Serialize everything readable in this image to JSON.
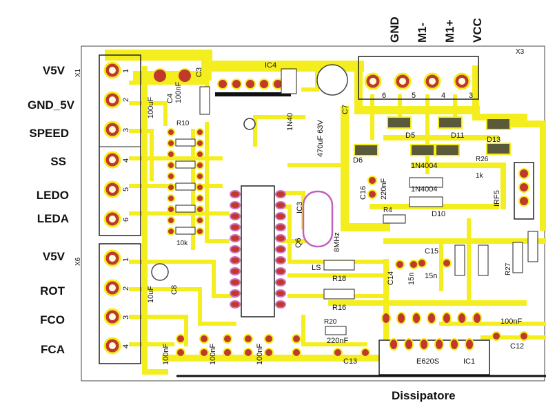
{
  "connector_top": {
    "ref": "X3",
    "pins": [
      "GND",
      "M1-",
      "M1+",
      "VCC"
    ],
    "pin_numbers": [
      "6",
      "5",
      "4",
      "3"
    ]
  },
  "connector_x1": {
    "ref": "X1",
    "labels": [
      "V5V",
      "GND_5V",
      "SPEED",
      "SS",
      "LEDO",
      "LEDA"
    ],
    "pin_numbers": [
      "1",
      "2",
      "3",
      "4",
      "5",
      "6"
    ]
  },
  "connector_x6": {
    "ref": "X6",
    "labels": [
      "V5V",
      "ROT",
      "FCO",
      "FCA"
    ],
    "pin_numbers": [
      "1",
      "2",
      "3",
      "4"
    ]
  },
  "components": {
    "c4": "C4",
    "c4_val": "100uF",
    "c3": "C3",
    "c3_val": "100nF",
    "ic4": "IC4",
    "d_1n4": "1N40",
    "c7": "C7",
    "c7_val": "470uF 63V",
    "r10": "R10",
    "r10k": "10k",
    "ic3": "IC3",
    "q6": "Q6",
    "q6_val": "8MHz",
    "c16": "C16",
    "c16_val": "220nF",
    "r4": "R4",
    "d5": "D5",
    "d11": "D11",
    "d13": "D13",
    "d6": "D6",
    "d_1n4004a": "1N4004",
    "d_1n4004b": "1N4004",
    "d10": "D10",
    "r26": "R26",
    "r26_val": "1k",
    "irf": "IRF5",
    "c15": "C15",
    "c15_val": "15n",
    "c14": "C14",
    "c14_val": "15n",
    "ls": "LS",
    "r18": "R18",
    "r16": "R16",
    "r20": "R20",
    "r27": "R27",
    "c13": "C13",
    "c13_val": "220nF",
    "ic1": "IC1",
    "ic1_val": "E620S",
    "c12": "C12",
    "c12_val": "100nF",
    "c8": "C8",
    "c8_val": "10uF",
    "c_bot1": "100nF",
    "c_bot2": "100nF",
    "c_bot3": "100nF"
  },
  "dissipatore": "Dissipatore"
}
